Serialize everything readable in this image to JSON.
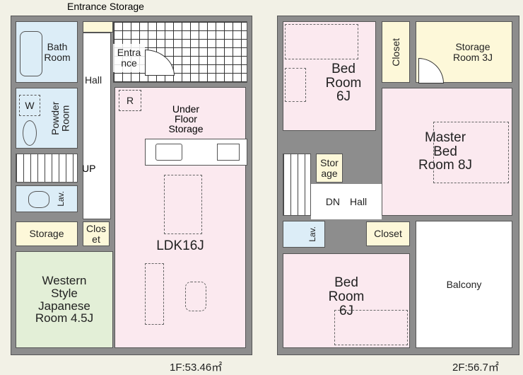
{
  "floor1": {
    "area_label": "1F:53.46㎡",
    "rooms": {
      "entrance_storage": "Entrance Storage",
      "bath": "Bath Room",
      "entrance": "Entrance",
      "powder": "Powder Room",
      "washer": "W",
      "hall": "Hall",
      "up": "UP",
      "refrigerator": "R",
      "under_floor": "Under Floor Storage",
      "lav": "Lav.",
      "storage": "Storage",
      "closet": "Closet",
      "japanese": "Western Style Japanese Room 4.5J",
      "ldk": "LDK16J"
    }
  },
  "floor2": {
    "area_label": "2F:56.7㎡",
    "rooms": {
      "bed_top": "Bed Room 6J",
      "closet_top": "Closet",
      "storage_room": "Storage Room 3J",
      "master": "Master Bed Room 8J",
      "storage_small": "Storage",
      "dn": "DN",
      "hall": "Hall",
      "lav": "Lav.",
      "closet_mid": "Closet",
      "bed_bottom": "Bed Room 6J",
      "balcony": "Balcony"
    }
  }
}
